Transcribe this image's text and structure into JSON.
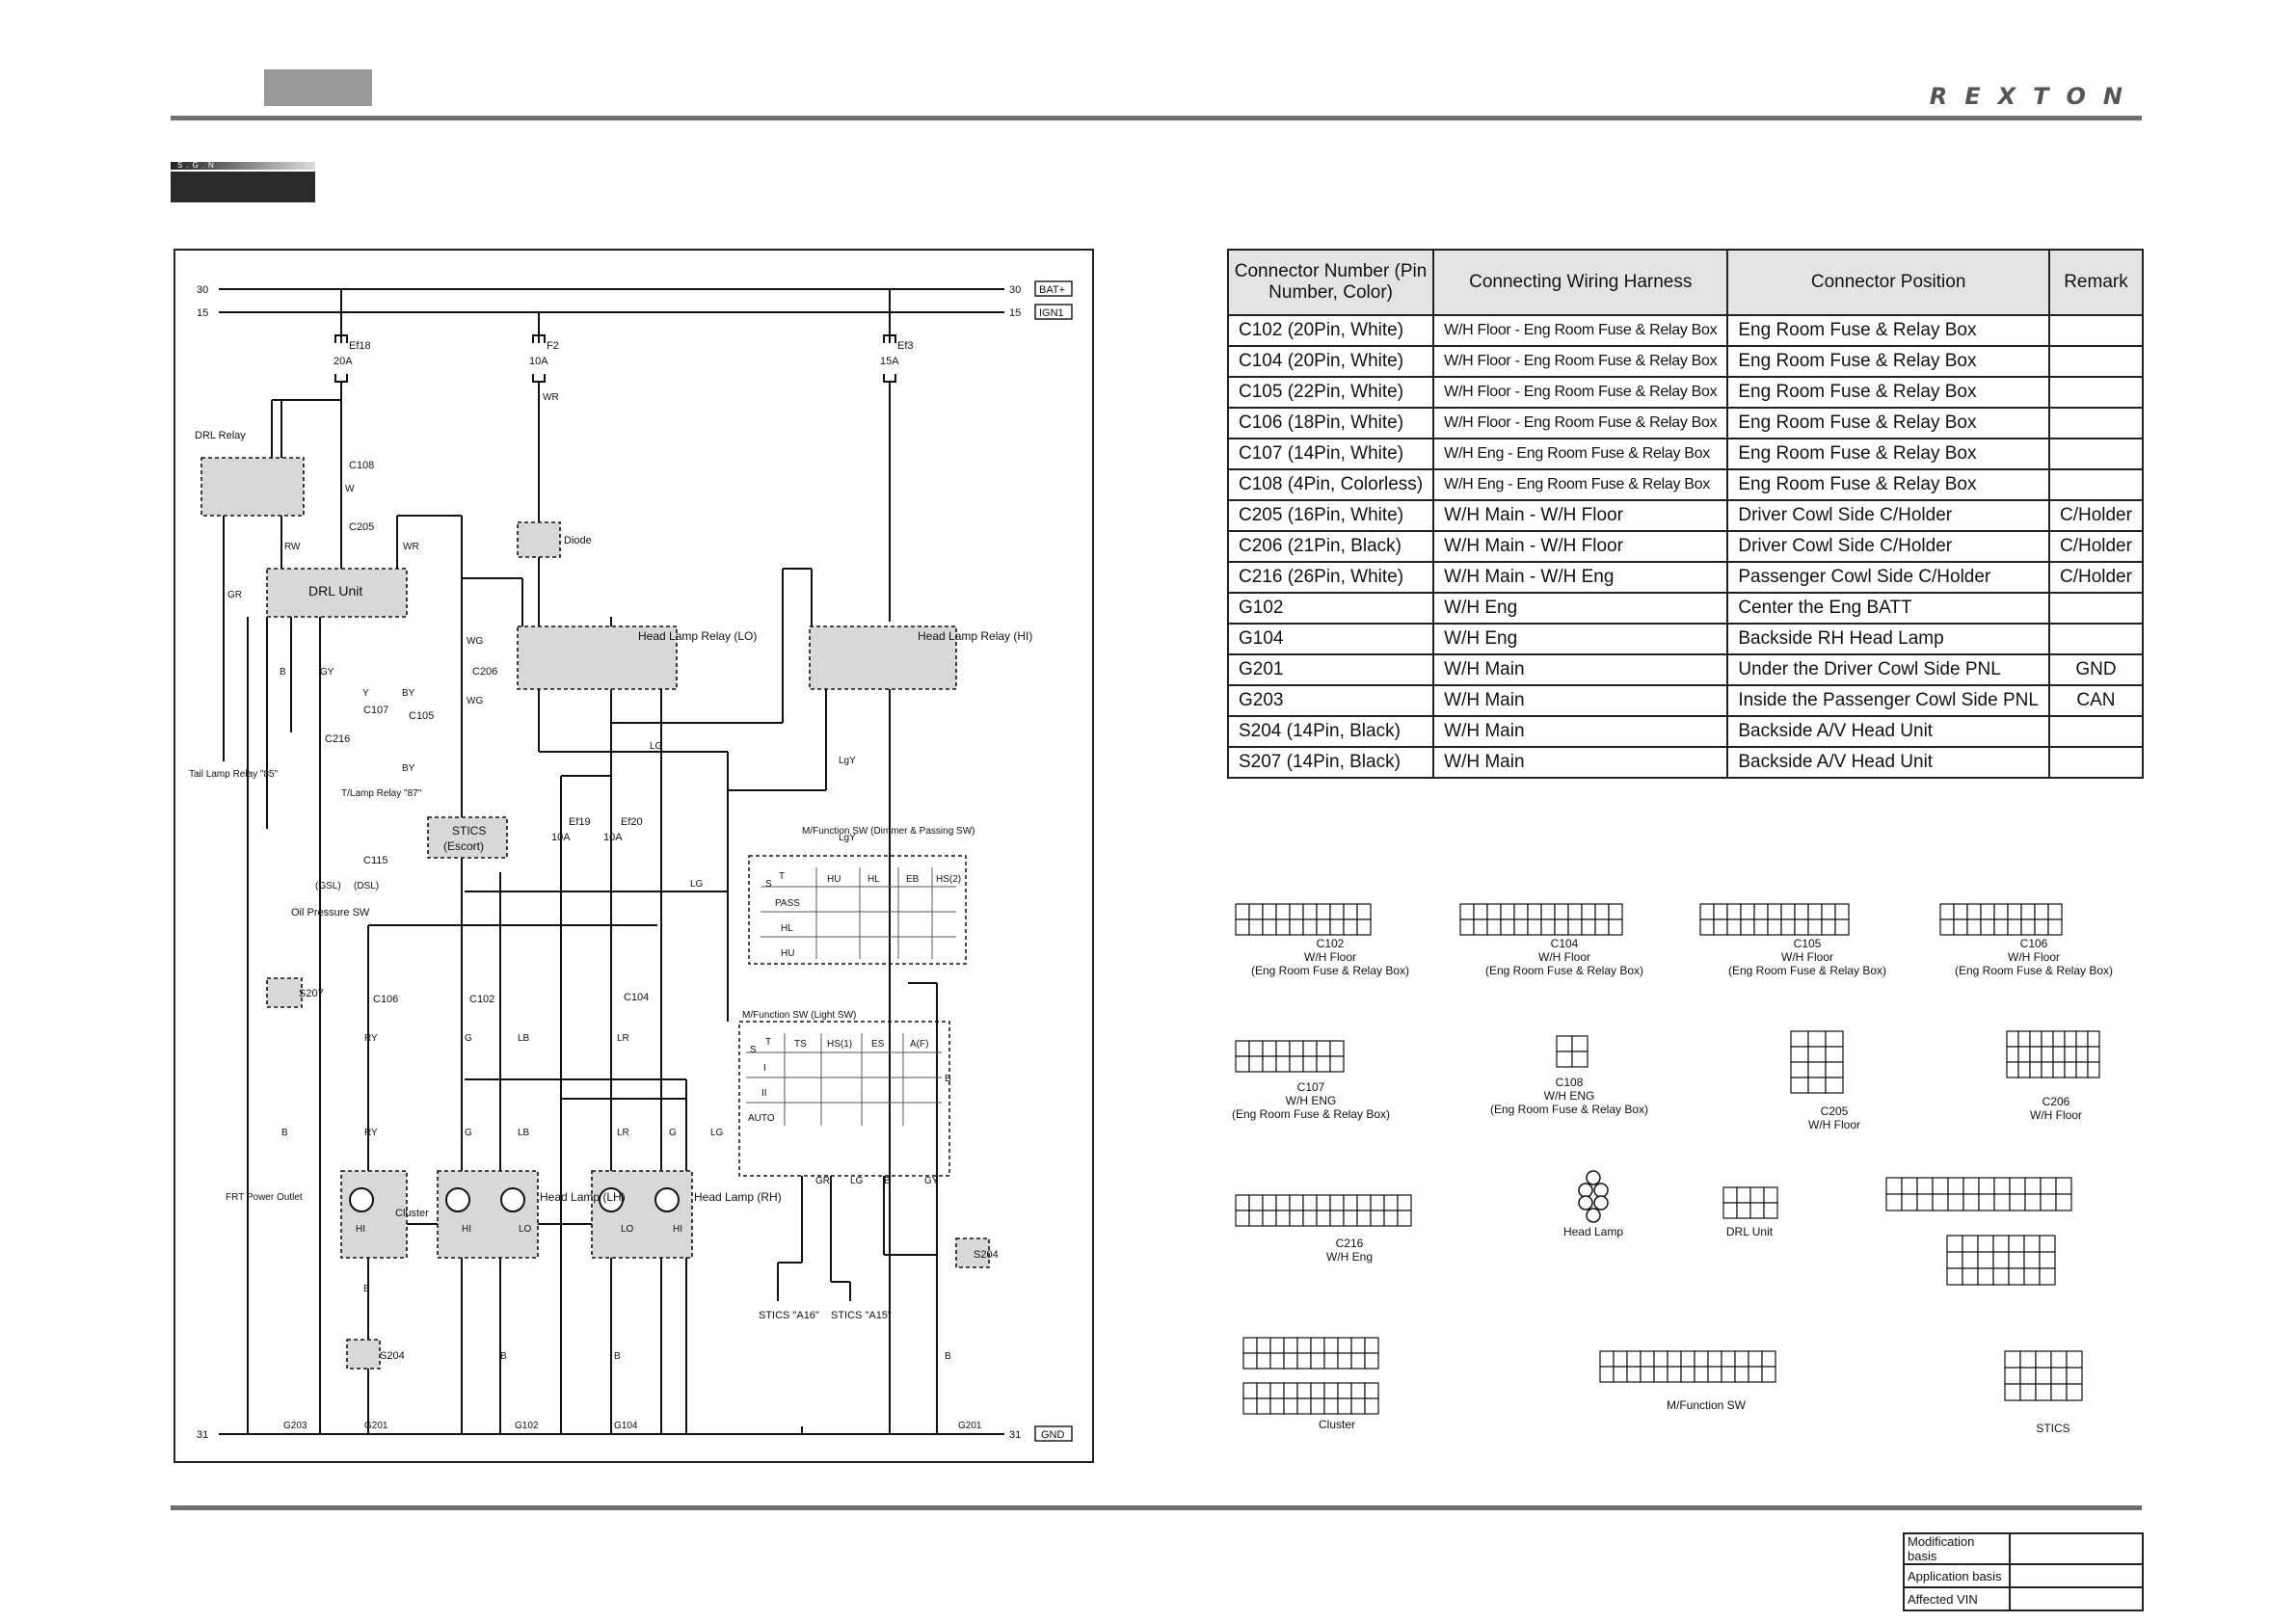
{
  "header": {
    "brand": "REXTON",
    "section_code": "S.G.N"
  },
  "diagram": {
    "rails": {
      "top1_left": "30",
      "top1_right": "30",
      "top1_tag": "BAT+",
      "top2_left": "15",
      "top2_right": "15",
      "top2_tag": "IGN1",
      "ground_left": "31",
      "ground_right": "31",
      "ground_tag": "GND"
    },
    "fuses": [
      {
        "name": "Ef18",
        "rating": "20A"
      },
      {
        "name": "F2",
        "rating": "10A"
      },
      {
        "name": "Ef3",
        "rating": "15A"
      },
      {
        "name": "Ef19",
        "rating": "10A"
      },
      {
        "name": "Ef20",
        "rating": "10A"
      }
    ],
    "labels": {
      "drl_relay": "DRL Relay",
      "drl_unit": "DRL Unit",
      "diode": "Diode",
      "head_lamp_relay_lo": "Head Lamp Relay (LO)",
      "head_lamp_relay_hi": "Head Lamp Relay (HI)",
      "tail_lamp_relay": "Tail Lamp Relay \"85\"",
      "t_lamp_relay": "T/Lamp Relay \"87\"",
      "oil_pressure_sw": "Oil Pressure SW",
      "stics_escort_1": "STICS",
      "stics_escort_2": "(Escort)",
      "mfsw_dimmer": "M/Function SW (Dimmer & Passing SW)",
      "mfsw_light": "M/Function SW (Light SW)",
      "frt_power_outlet": "FRT Power Outlet",
      "cluster": "Cluster",
      "head_lamp_lh": "Head Lamp (LH)",
      "head_lamp_rh": "Head Lamp (RH)",
      "stics_a16": "STICS \"A16\"",
      "stics_a15": "STICS \"A15\"",
      "hi": "HI",
      "lo": "LO",
      "gsl": "(GSL)",
      "dsl": "(DSL)"
    },
    "connectors": [
      "C108",
      "C205",
      "C107",
      "C105",
      "C206",
      "C216",
      "C115",
      "S207",
      "C106",
      "C102",
      "C104",
      "S204"
    ],
    "grounds": [
      "G203",
      "G201",
      "G102",
      "G104",
      "G201"
    ],
    "dimmer_cols": [
      "S",
      "T",
      "HU",
      "HL",
      "EB",
      "HS(2)"
    ],
    "dimmer_rows": [
      "PASS",
      "HL",
      "HU"
    ],
    "light_cols": [
      "S",
      "T",
      "TS",
      "HS(1)",
      "ES",
      "A(F)"
    ],
    "light_rows": [
      "I",
      "II",
      "AUTO"
    ],
    "wire_colors": [
      "W",
      "WR",
      "RW",
      "GR",
      "B",
      "GY",
      "Y",
      "BY",
      "WG",
      "LG",
      "LgY",
      "RY",
      "G",
      "LB",
      "LR"
    ]
  },
  "connector_table": {
    "headers": [
      "Connector Number (Pin Number, Color)",
      "Connecting Wiring Harness",
      "Connector Position",
      "Remark"
    ],
    "rows": [
      [
        "C102 (20Pin, White)",
        "W/H Floor - Eng Room Fuse & Relay Box",
        "Eng Room Fuse & Relay Box",
        ""
      ],
      [
        "C104 (20Pin, White)",
        "W/H Floor - Eng Room Fuse & Relay Box",
        "Eng Room Fuse & Relay Box",
        ""
      ],
      [
        "C105 (22Pin, White)",
        "W/H Floor - Eng Room Fuse & Relay Box",
        "Eng Room Fuse & Relay Box",
        ""
      ],
      [
        "C106 (18Pin, White)",
        "W/H Floor - Eng Room Fuse & Relay Box",
        "Eng Room Fuse & Relay Box",
        ""
      ],
      [
        "C107 (14Pin, White)",
        "W/H Eng - Eng Room Fuse & Relay Box",
        "Eng Room Fuse & Relay Box",
        ""
      ],
      [
        "C108 (4Pin, Colorless)",
        "W/H Eng - Eng Room Fuse & Relay Box",
        "Eng Room Fuse & Relay Box",
        ""
      ],
      [
        "C205 (16Pin, White)",
        "W/H Main - W/H Floor",
        "Driver Cowl Side C/Holder",
        "C/Holder"
      ],
      [
        "C206 (21Pin, Black)",
        "W/H Main - W/H Floor",
        "Driver Cowl Side C/Holder",
        "C/Holder"
      ],
      [
        "C216 (26Pin, White)",
        "W/H Main - W/H Eng",
        "Passenger Cowl Side C/Holder",
        "C/Holder"
      ],
      [
        "G102",
        "W/H Eng",
        "Center the Eng BATT",
        ""
      ],
      [
        "G104",
        "W/H Eng",
        "Backside RH Head Lamp",
        ""
      ],
      [
        "G201",
        "W/H Main",
        "Under the Driver Cowl Side PNL",
        "GND"
      ],
      [
        "G203",
        "W/H Main",
        "Inside the Passenger Cowl Side PNL",
        "CAN"
      ],
      [
        "S204 (14Pin, Black)",
        "W/H Main",
        "Backside A/V Head Unit",
        ""
      ],
      [
        "S207 (14Pin, Black)",
        "W/H Main",
        "Backside A/V Head Unit",
        ""
      ]
    ]
  },
  "connector_views": [
    {
      "title": "C102",
      "sub": "W/H Floor",
      "sub2": "(Eng Room Fuse & Relay Box)"
    },
    {
      "title": "C104",
      "sub": "W/H Floor",
      "sub2": "(Eng Room Fuse & Relay Box)"
    },
    {
      "title": "C105",
      "sub": "W/H Floor",
      "sub2": "(Eng Room Fuse & Relay Box)"
    },
    {
      "title": "C106",
      "sub": "W/H Floor",
      "sub2": "(Eng Room Fuse & Relay Box)"
    },
    {
      "title": "C107",
      "sub": "W/H ENG",
      "sub2": "(Eng Room Fuse & Relay Box)"
    },
    {
      "title": "C108",
      "sub": "W/H ENG",
      "sub2": "(Eng Room Fuse & Relay Box)"
    },
    {
      "title": "C205",
      "sub": "W/H Floor",
      "sub2": ""
    },
    {
      "title": "C206",
      "sub": "W/H Floor",
      "sub2": ""
    },
    {
      "title": "C216",
      "sub": "W/H Eng",
      "sub2": ""
    },
    {
      "title": "Head Lamp",
      "sub": "",
      "sub2": ""
    },
    {
      "title": "DRL Unit",
      "sub": "",
      "sub2": ""
    },
    {
      "title": "Cluster",
      "sub": "",
      "sub2": ""
    },
    {
      "title": "M/Function SW",
      "sub": "",
      "sub2": ""
    },
    {
      "title": "STICS",
      "sub": "",
      "sub2": ""
    }
  ],
  "modification_table": {
    "rows": [
      "Modification basis",
      "Application basis",
      "Affected VIN"
    ]
  }
}
